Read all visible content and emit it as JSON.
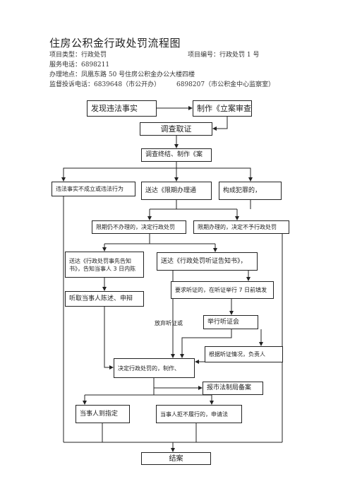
{
  "title": "住房公积金行政处罚流程图",
  "info": {
    "project_type": "项目类型：行政处罚",
    "project_no": "项目编号：行政处罚 1 号",
    "service_phone": "服务电话：6898211",
    "address": "办理地点：凤凰东路 50 号住房公积金办公大楼四楼",
    "complaint_phone": "监督投诉电话：6839648（市公开办）",
    "complaint_phone2": "6898207（市公积金中心监察室）"
  },
  "flow": {
    "discover": "发现违法事实",
    "make_case": "制作《立案审查",
    "investigate": "调查取证",
    "conclude": "调查终结、制作《案",
    "not_illegal": "违法事实不成立或违法行为",
    "deadline_notice": "送达《限期办理通",
    "crime": "构成犯罪的，",
    "still_not_done": "限期仍不办理的，决定行政处罚",
    "done_no_penalty": "限期办理的，决定不予行政处罚",
    "penalty_notice": "送达《行政处罚事先告知书》，告知当事人 3 日内陈",
    "hearing_notice": "送达《行政处罚听证告知书》，",
    "request_hearing": "要求听证的，在听证举行 7 日前填发",
    "listen": "听取当事人陈述、申辩",
    "waive_hearing": "放弃听证或",
    "hold_hearing": "举行听证会",
    "per_hearing": "根据听证情况，负责人",
    "decide_penalty": "决定行政处罚的，制作、",
    "report": "报市法制局备案",
    "party_comply": "当事人到指定",
    "party_refuse": "当事人拒不履行的，申请法",
    "end": "结案"
  }
}
